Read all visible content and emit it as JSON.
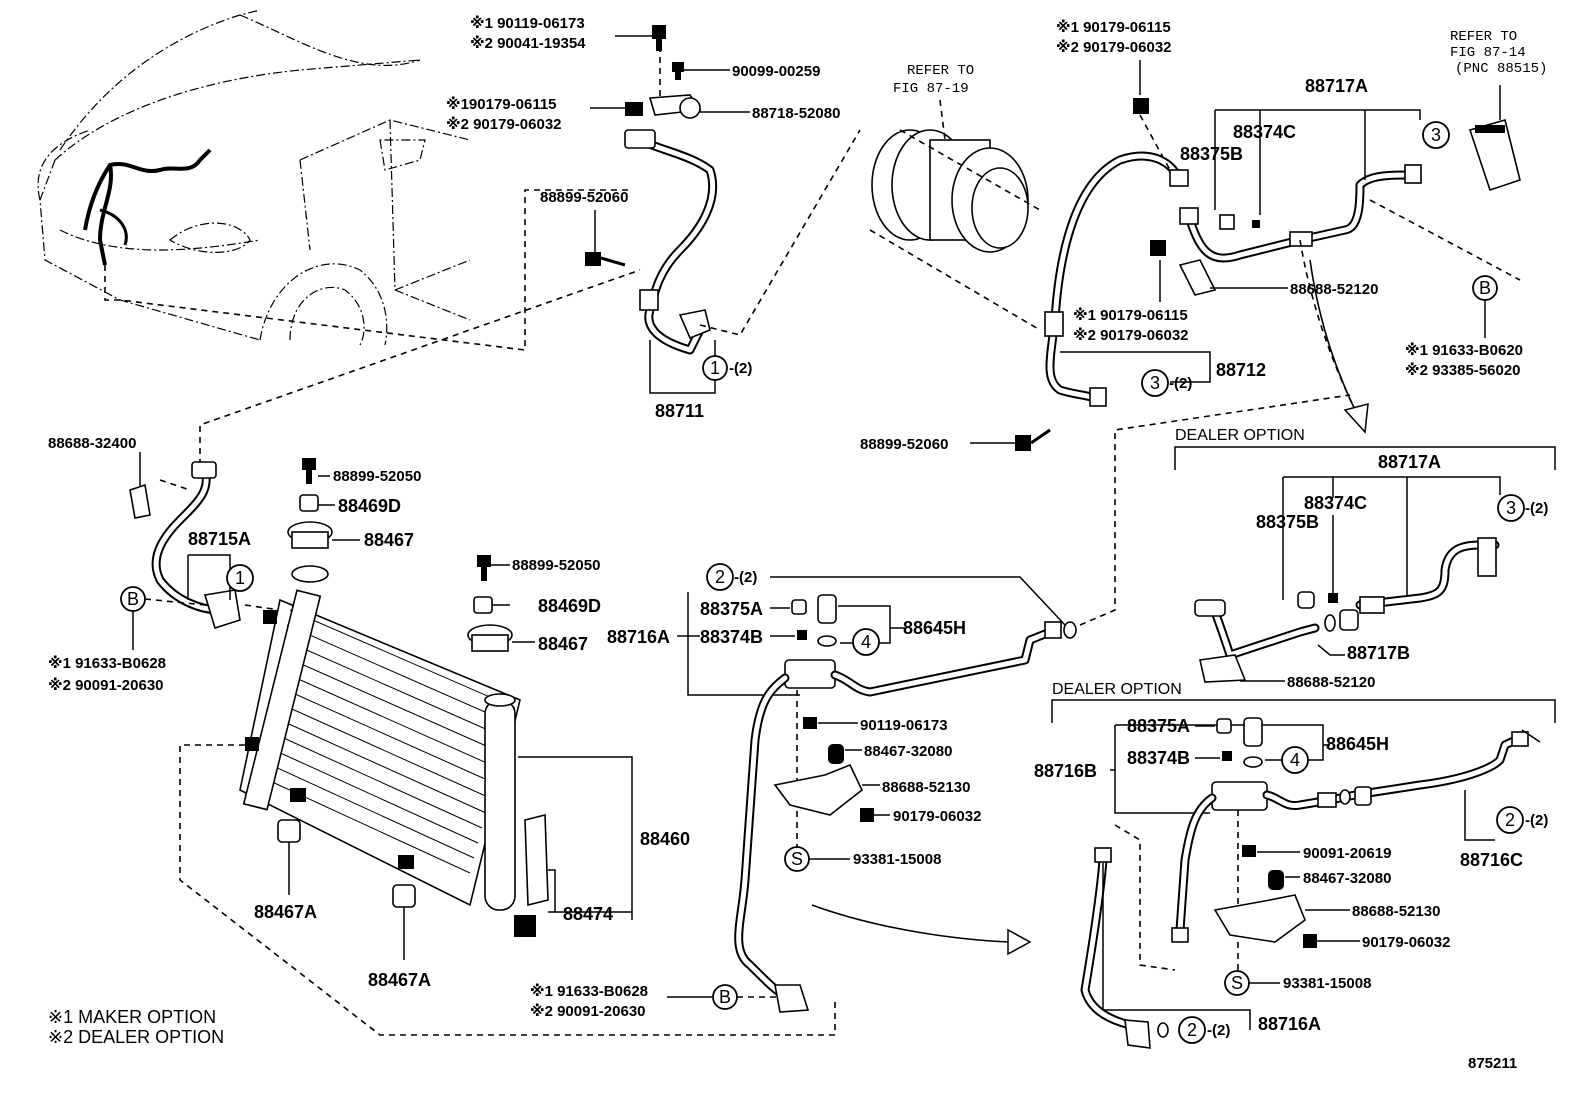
{
  "diagram": {
    "figure_number": "875211",
    "legend": [
      {
        "mark": "※1",
        "text": "MAKER OPTION"
      },
      {
        "mark": "※2",
        "text": "DEALER OPTION"
      }
    ],
    "references": {
      "compressor": "REFER TO\nFIG 87-19",
      "valve": "REFER TO\nFIG 87-14\n(PNC 88515)"
    },
    "dealer_option_label": "DEALER OPTION",
    "labels": {
      "a1": "※1 90119-06173",
      "a2": "※2 90041-19354",
      "a3": "90099-00259",
      "a4": "※190179-06115",
      "a5": "※2 90179-06032",
      "a6": "88718-52080",
      "a7": "88899-52060",
      "a8": "88711",
      "b1": "※1 90179-06115",
      "b2": "※2 90179-06032",
      "b3": "88717A",
      "b4": "88374C",
      "b5": "88375B",
      "b6": "88688-52120",
      "b7": "※1 90179-06115",
      "b8": "※2 90179-06032",
      "b9": "88712",
      "b10": "88899-52060",
      "b11": "※1 91633-B0620",
      "b12": "※2 93385-56020",
      "c1": "88688-32400",
      "c2": "88715A",
      "c3": "※1 91633-B0628",
      "c4": "※2 90091-20630",
      "c5": "88899-52050",
      "c6": "88469D",
      "c7": "88467",
      "c8": "88899-52050",
      "c9": "88469D",
      "c10": "88467",
      "c11": "88460",
      "c12": "88474",
      "c13": "88467A",
      "c14": "88467A",
      "d1": "88375A",
      "d2": "88716A",
      "d3": "88374B",
      "d4": "88645H",
      "d5": "90119-06173",
      "d6": "88467-32080",
      "d7": "88688-52130",
      "d8": "90179-06032",
      "d9": "93381-15008",
      "d10": "※1 91633-B0628",
      "d11": "※2 90091-20630",
      "e1": "88717A",
      "e2": "88374C",
      "e3": "88375B",
      "e4": "88717B",
      "e5": "88688-52120",
      "f1": "88375A",
      "f2": "88716B",
      "f3": "88374B",
      "f4": "88645H",
      "f5": "90091-20619",
      "f6": "88467-32080",
      "f7": "88688-52130",
      "f8": "90179-06032",
      "f9": "88716C",
      "f10": "93381-15008",
      "f11": "88716A"
    },
    "callouts": {
      "one": "1",
      "two": "2",
      "three": "3",
      "four": "4",
      "b": "B",
      "s": "S",
      "qty2": "-(2)"
    }
  }
}
